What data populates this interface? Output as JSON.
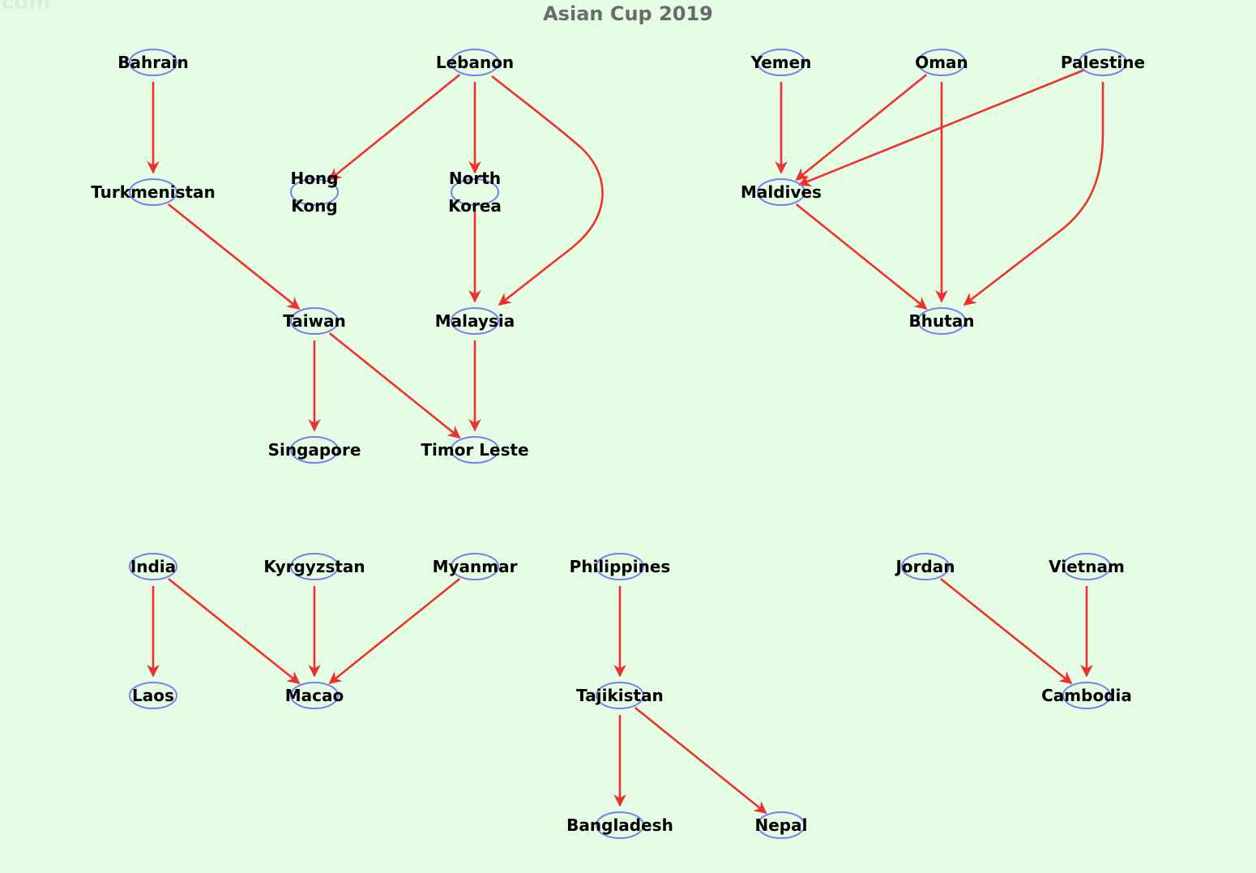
{
  "watermark": "com",
  "title": "Asian Cup 2019",
  "colors": {
    "background": "#e4fde4",
    "edge": "#f0302c",
    "node_outline": "#7d7df0"
  },
  "nodes": [
    {
      "id": "bahrain",
      "label": [
        "Bahrain"
      ]
    },
    {
      "id": "lebanon",
      "label": [
        "Lebanon"
      ]
    },
    {
      "id": "yemen",
      "label": [
        "Yemen"
      ]
    },
    {
      "id": "oman",
      "label": [
        "Oman"
      ]
    },
    {
      "id": "palestine",
      "label": [
        "Palestine"
      ]
    },
    {
      "id": "turkmenistan",
      "label": [
        "Turkmenistan"
      ]
    },
    {
      "id": "hong-kong",
      "label": [
        "Hong",
        "Kong"
      ]
    },
    {
      "id": "north-korea",
      "label": [
        "North",
        "Korea"
      ]
    },
    {
      "id": "maldives",
      "label": [
        "Maldives"
      ]
    },
    {
      "id": "taiwan",
      "label": [
        "Taiwan"
      ]
    },
    {
      "id": "malaysia",
      "label": [
        "Malaysia"
      ]
    },
    {
      "id": "bhutan",
      "label": [
        "Bhutan"
      ]
    },
    {
      "id": "singapore",
      "label": [
        "Singapore"
      ]
    },
    {
      "id": "timor-leste",
      "label": [
        "Timor Leste"
      ]
    },
    {
      "id": "india",
      "label": [
        "India"
      ]
    },
    {
      "id": "kyrgyzstan",
      "label": [
        "Kyrgyzstan"
      ]
    },
    {
      "id": "myanmar",
      "label": [
        "Myanmar"
      ]
    },
    {
      "id": "philippines",
      "label": [
        "Philippines"
      ]
    },
    {
      "id": "jordan",
      "label": [
        "Jordan"
      ]
    },
    {
      "id": "vietnam",
      "label": [
        "Vietnam"
      ]
    },
    {
      "id": "laos",
      "label": [
        "Laos"
      ]
    },
    {
      "id": "macao",
      "label": [
        "Macao"
      ]
    },
    {
      "id": "tajikistan",
      "label": [
        "Tajikistan"
      ]
    },
    {
      "id": "cambodia",
      "label": [
        "Cambodia"
      ]
    },
    {
      "id": "bangladesh",
      "label": [
        "Bangladesh"
      ]
    },
    {
      "id": "nepal",
      "label": [
        "Nepal"
      ]
    }
  ],
  "edges": [
    {
      "from": "bahrain",
      "to": "turkmenistan"
    },
    {
      "from": "turkmenistan",
      "to": "taiwan"
    },
    {
      "from": "lebanon",
      "to": "hong-kong"
    },
    {
      "from": "lebanon",
      "to": "north-korea"
    },
    {
      "from": "lebanon",
      "to": "malaysia"
    },
    {
      "from": "north-korea",
      "to": "malaysia"
    },
    {
      "from": "taiwan",
      "to": "singapore"
    },
    {
      "from": "taiwan",
      "to": "timor-leste"
    },
    {
      "from": "malaysia",
      "to": "timor-leste"
    },
    {
      "from": "yemen",
      "to": "maldives"
    },
    {
      "from": "oman",
      "to": "maldives"
    },
    {
      "from": "palestine",
      "to": "maldives"
    },
    {
      "from": "oman",
      "to": "bhutan"
    },
    {
      "from": "palestine",
      "to": "bhutan"
    },
    {
      "from": "maldives",
      "to": "bhutan"
    },
    {
      "from": "india",
      "to": "laos"
    },
    {
      "from": "india",
      "to": "macao"
    },
    {
      "from": "kyrgyzstan",
      "to": "macao"
    },
    {
      "from": "myanmar",
      "to": "macao"
    },
    {
      "from": "philippines",
      "to": "tajikistan"
    },
    {
      "from": "tajikistan",
      "to": "bangladesh"
    },
    {
      "from": "tajikistan",
      "to": "nepal"
    },
    {
      "from": "jordan",
      "to": "cambodia"
    },
    {
      "from": "vietnam",
      "to": "cambodia"
    }
  ]
}
